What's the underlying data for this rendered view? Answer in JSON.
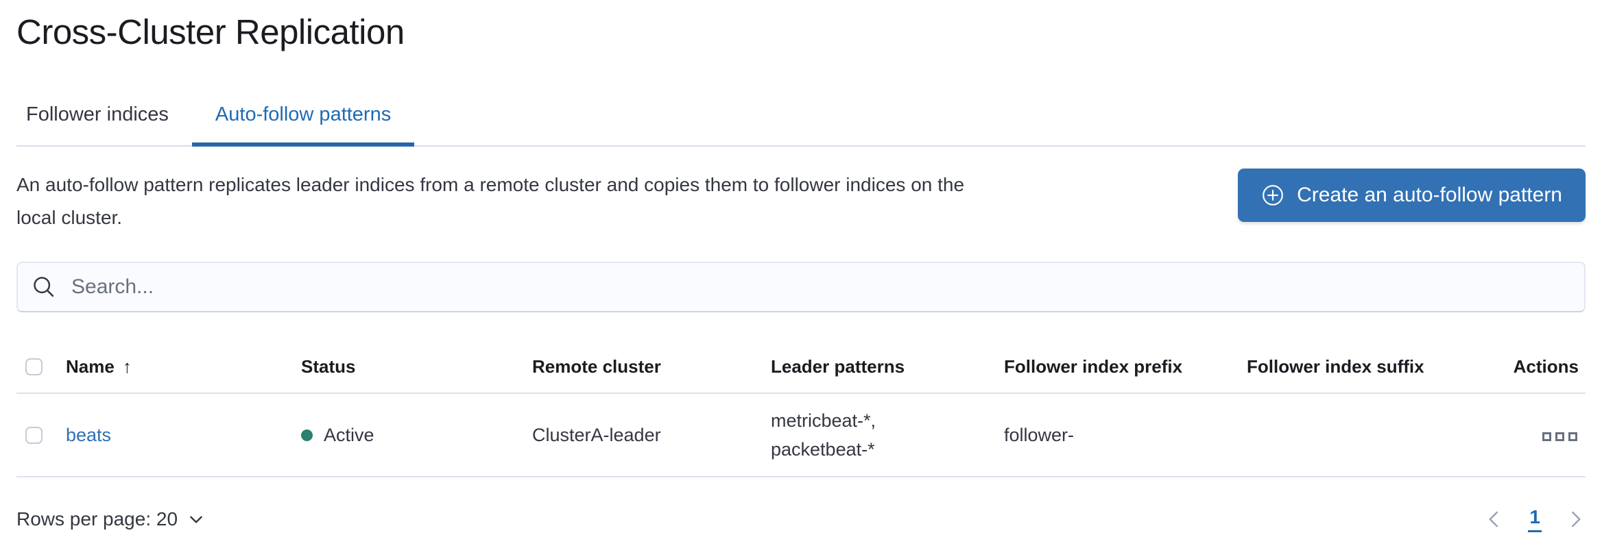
{
  "page": {
    "title": "Cross-Cluster Replication"
  },
  "tabs": [
    {
      "label": "Follower indices",
      "active": false
    },
    {
      "label": "Auto-follow patterns",
      "active": true
    }
  ],
  "description_lines": [
    "An auto-follow pattern replicates leader indices from a remote cluster and copies them to follower indices on the",
    "local cluster."
  ],
  "create_button": {
    "label": "Create an auto-follow pattern",
    "icon": "plus-in-circle-icon"
  },
  "search": {
    "placeholder": "Search...",
    "icon": "search-icon"
  },
  "table": {
    "columns": [
      "Name",
      "Status",
      "Remote cluster",
      "Leader patterns",
      "Follower index prefix",
      "Follower index suffix",
      "Actions"
    ],
    "sort": {
      "column": "Name",
      "direction": "ascending",
      "icon": "↑"
    },
    "rows": [
      {
        "name": "beats",
        "status": "Active",
        "remote_cluster": "ClusterA-leader",
        "leader_patterns_lines": [
          "metricbeat-*,",
          "packetbeat-*"
        ],
        "follower_index_prefix": "follower-",
        "follower_index_suffix": "",
        "actions_icon": "boxes-horizontal-icon"
      }
    ]
  },
  "footer": {
    "rows_per_page_label": "Rows per page: 20",
    "pagination": {
      "current_page": "1"
    }
  },
  "colors": {
    "accent_blue": "#1e6bb3",
    "button_blue": "#3271b4",
    "link_blue": "#2e6fb5",
    "status_active_green": "#2b8070",
    "border_gray": "#dde2ee"
  }
}
